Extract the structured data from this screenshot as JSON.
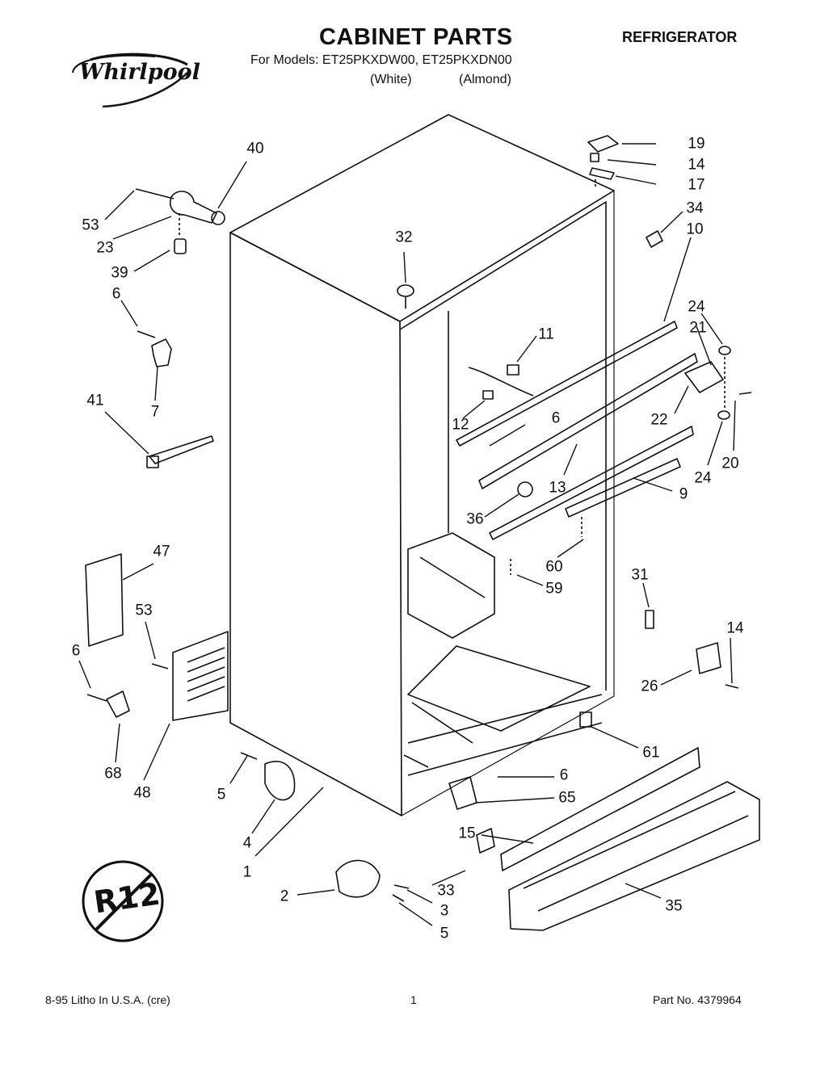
{
  "header": {
    "title": "CABINET PARTS",
    "category": "REFRIGERATOR",
    "models_line": "For Models: ET25PKXDW00, ET25PKXDN00",
    "variants": [
      "(White)",
      "(Almond)"
    ]
  },
  "brand": {
    "name": "Whirlpool",
    "logo_icon": "whirlpool-logo-swirl-icon"
  },
  "badge": {
    "text": "R12",
    "icon": "no-r12-prohibition-icon"
  },
  "callouts": {
    "c1": "1",
    "c2": "2",
    "c3": "3",
    "c4": "4",
    "c5a": "5",
    "c5b": "5",
    "c6a": "6",
    "c6b": "6",
    "c6c": "6",
    "c6d": "6",
    "c7": "7",
    "c9": "9",
    "c10": "10",
    "c11": "11",
    "c12": "12",
    "c13": "13",
    "c14a": "14",
    "c14b": "14",
    "c15": "15",
    "c17": "17",
    "c19": "19",
    "c20": "20",
    "c21": "21",
    "c22": "22",
    "c23": "23",
    "c24a": "24",
    "c24b": "24",
    "c26": "26",
    "c31": "31",
    "c32": "32",
    "c33": "33",
    "c34": "34",
    "c35": "35",
    "c36": "36",
    "c39": "39",
    "c40": "40",
    "c41": "41",
    "c47": "47",
    "c48": "48",
    "c53a": "53",
    "c53b": "53",
    "c59": "59",
    "c60": "60",
    "c61": "61",
    "c65": "65",
    "c68": "68"
  },
  "footer": {
    "left": "8-95 Litho In U.S.A. (cre)",
    "center": "1",
    "right": "Part No. 4379964"
  }
}
